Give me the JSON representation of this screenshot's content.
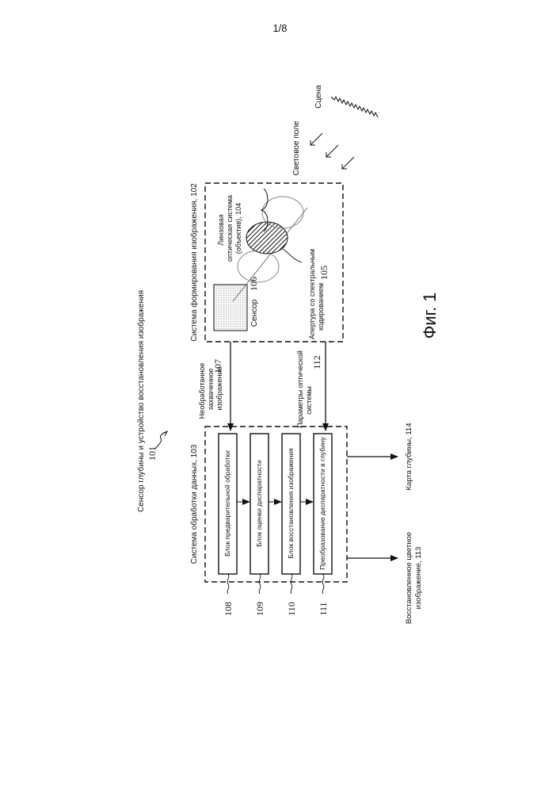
{
  "page_number": "1/8",
  "figure_caption": "Фиг. 1",
  "device": {
    "title": "Сенсор глубины и устройство восстановления изображения",
    "ref": "101"
  },
  "scene": {
    "label": "Сцена"
  },
  "light_field": {
    "label": "Световое поле"
  },
  "imaging_system": {
    "title": "Система формирования изображения, 102",
    "lens_label_lines": [
      "Линзовая",
      "оптическая система",
      "(объектив), 104"
    ],
    "sensor_label": "Сенсор",
    "sensor_ref": "106",
    "aperture_label_lines": [
      "Апертура со спектральным",
      "кодированием"
    ],
    "aperture_ref": "105"
  },
  "raw_image": {
    "label_lines": [
      "Необработанное",
      "захваченное",
      "изображение"
    ],
    "ref": "107"
  },
  "optical_params": {
    "label_lines": [
      "Параметры оптической",
      "системы"
    ],
    "ref": "112"
  },
  "processing_system": {
    "title": "Система обработки данных, 103",
    "blocks": [
      {
        "label": "Блок предварительной обработки",
        "ref": "108"
      },
      {
        "label": "Блок оценки диспаратности",
        "ref": "109"
      },
      {
        "label": "Блок восстановления изображения",
        "ref": "110"
      },
      {
        "label": "Преобразование диспаратности в глубину",
        "ref": "111"
      }
    ]
  },
  "outputs": {
    "color_image_lines": [
      "Восстановленное цветное",
      "изображение, 113"
    ],
    "depth_map": "Карта глубины, 114"
  }
}
